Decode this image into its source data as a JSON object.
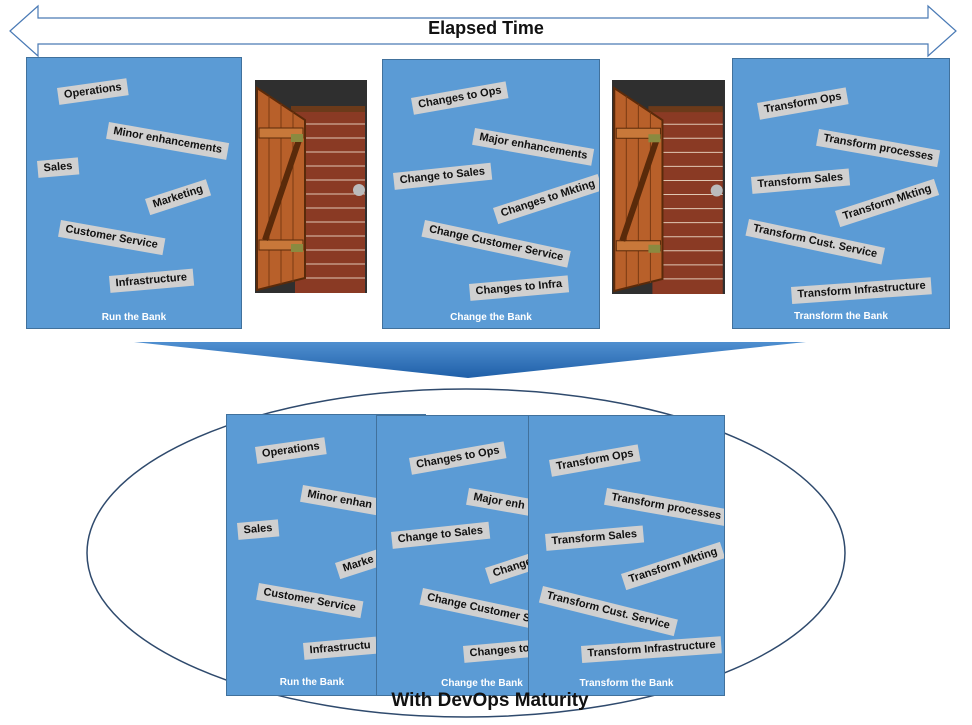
{
  "header": {
    "title": "Elapsed Time"
  },
  "panels": {
    "run": {
      "label": "Run the Bank",
      "tags": [
        "Operations",
        "Minor enhancements",
        "Sales",
        "Marketing",
        "Customer Service",
        "Infrastructure"
      ]
    },
    "change": {
      "label": "Change the Bank",
      "tags": [
        "Changes to Ops",
        "Major enhancements",
        "Change to Sales",
        "Changes to Mkting",
        "Change Customer Service",
        "Changes to Infra"
      ]
    },
    "transform": {
      "label": "Transform the Bank",
      "tags": [
        "Transform Ops",
        "Transform processes",
        "Transform Sales",
        "Transform Mkting",
        "Transform Cust. Service",
        "Transform Infrastructure"
      ]
    }
  },
  "overlap": {
    "run": {
      "label": "Run the Bank",
      "tags": [
        "Operations",
        "Minor enhan",
        "Sales",
        "Marke",
        "Customer Service",
        "Infrastructu"
      ]
    },
    "change": {
      "label": "Change the Bank",
      "tags": [
        "Changes to Ops",
        "Major enh",
        "Change to Sales",
        "Change",
        "Change Customer Se",
        "Changes to"
      ]
    },
    "transform": {
      "label": "Transform the Bank",
      "tags": [
        "Transform Ops",
        "Transform processes",
        "Transform Sales",
        "Transform Mkting",
        "Transform Cust. Service",
        "Transform Infrastructure"
      ]
    }
  },
  "footer": {
    "caption": "With DevOps Maturity"
  },
  "colors": {
    "panel": "#5b9bd5",
    "arrow": "#2e75b6",
    "tag": "#d0d0d0",
    "ellipse": "#2f4a6d"
  }
}
